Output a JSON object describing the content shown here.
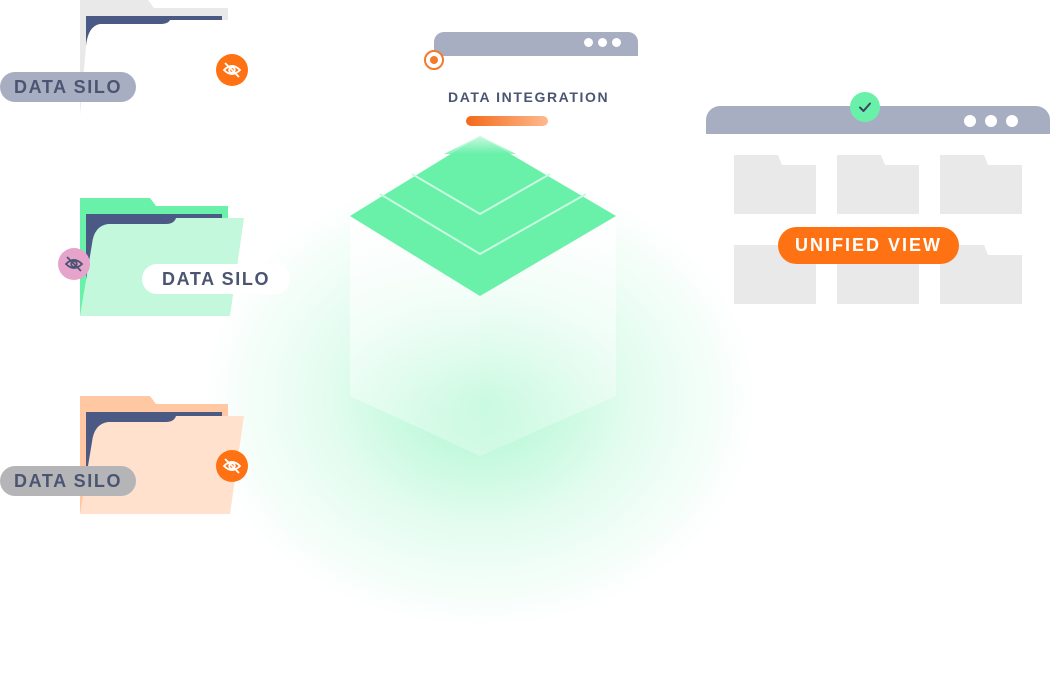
{
  "silos": [
    {
      "label": "DATA SILO",
      "folder_color": "#e9e9ea",
      "pill_bg": "#a7aec1",
      "status_icon": "eye-off-icon",
      "badge_color": "#ff7214"
    },
    {
      "label": "DATA SILO",
      "folder_color": "#69f0a9",
      "pill_bg": "#ffffff",
      "status_icon": "eye-off-icon",
      "badge_color": "#e6a4cc"
    },
    {
      "label": "DATA SILO",
      "folder_color": "#ffc8a3",
      "pill_bg": "#b5b5b8",
      "status_icon": "eye-off-icon",
      "badge_color": "#ff7214"
    }
  ],
  "integration": {
    "title": "DATA INTEGRATION",
    "status_icon": "record-icon",
    "accent": "#ff7214",
    "cube_color": "#69f0a9"
  },
  "unified": {
    "label": "UNIFIED VIEW",
    "status_icon": "check-icon",
    "label_bg": "#ff7214",
    "check_color": "#69f0a9",
    "folder_count": 6
  },
  "colors": {
    "text": "#4b5572",
    "window_bar": "#a7aec1",
    "folder_tab_dark": "#4b5a84",
    "unified_folder": "#e9e9ea"
  }
}
